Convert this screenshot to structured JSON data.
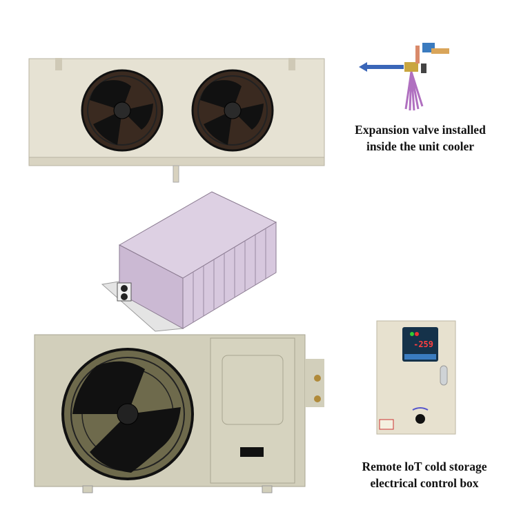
{
  "captions": {
    "expansion_valve": [
      "Expansion valve installed",
      "inside the unit cooler"
    ],
    "control_box": [
      "Remote loT cold storage",
      "electrical control box"
    ]
  },
  "control_box_display": {
    "reading": "-259"
  },
  "colors": {
    "cooler_body": "#e6e2d3",
    "condenser_body": "#d2cfbb",
    "fan_blade": "#1c1c1c",
    "arrow": "#3a66b8",
    "cold_room_panel": "#cbb9d3",
    "control_box_body": "#e7e1cf",
    "display_background": "#15324a"
  }
}
